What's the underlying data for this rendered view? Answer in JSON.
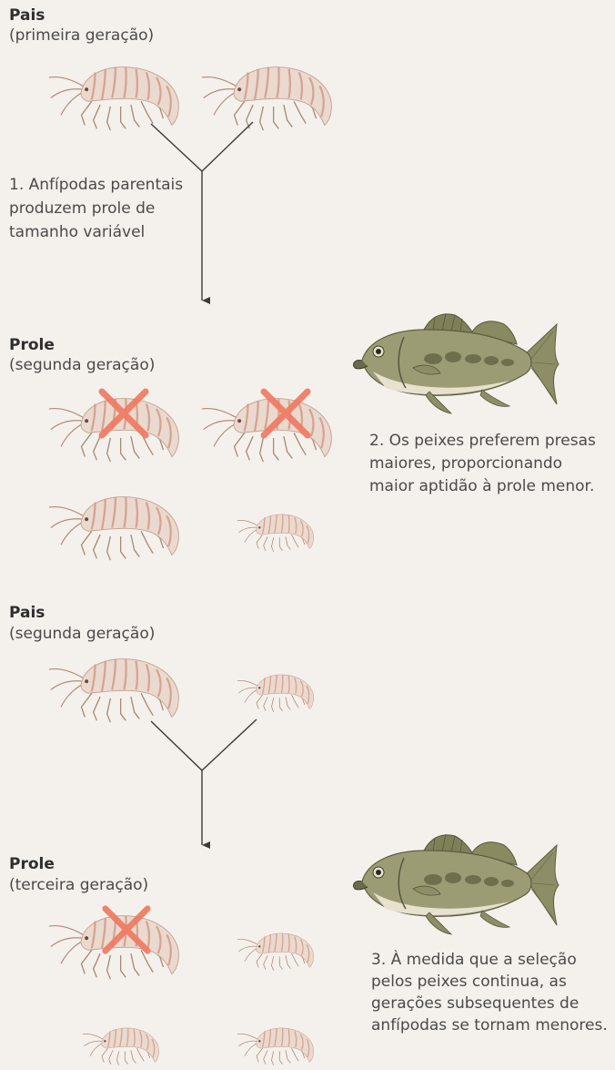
{
  "section1": {
    "heading": "Pais",
    "subheading": "(primeira geração)"
  },
  "step1": {
    "line1": "1. Anfípodas parentais",
    "line2": "produzem prole de",
    "line3": "tamanho variável"
  },
  "section2": {
    "heading": "Prole",
    "subheading": "(segunda geração)"
  },
  "step2": {
    "line1": "2. Os peixes preferem presas",
    "line2": "maiores, proporcionando",
    "line3": "maior aptidão à prole menor."
  },
  "section3": {
    "heading": "Pais",
    "subheading": "(segunda geração)"
  },
  "section4": {
    "heading": "Prole",
    "subheading": "(terceira geração)"
  },
  "step3": {
    "line1": "3. À medida que a seleção",
    "line2": "pelos peixes continua, as",
    "line3": "gerações subsequentes de",
    "line4": "anfípodas se tornam menores."
  },
  "colors": {
    "cross": "#f07a63",
    "line": "#3a3a3a",
    "amphipod": "#c98f7c",
    "fish_body": "#8a8a62"
  },
  "icons": {
    "prey": "amphipod-icon",
    "predator": "bass-fish-icon",
    "eaten": "cross-mark-icon"
  }
}
